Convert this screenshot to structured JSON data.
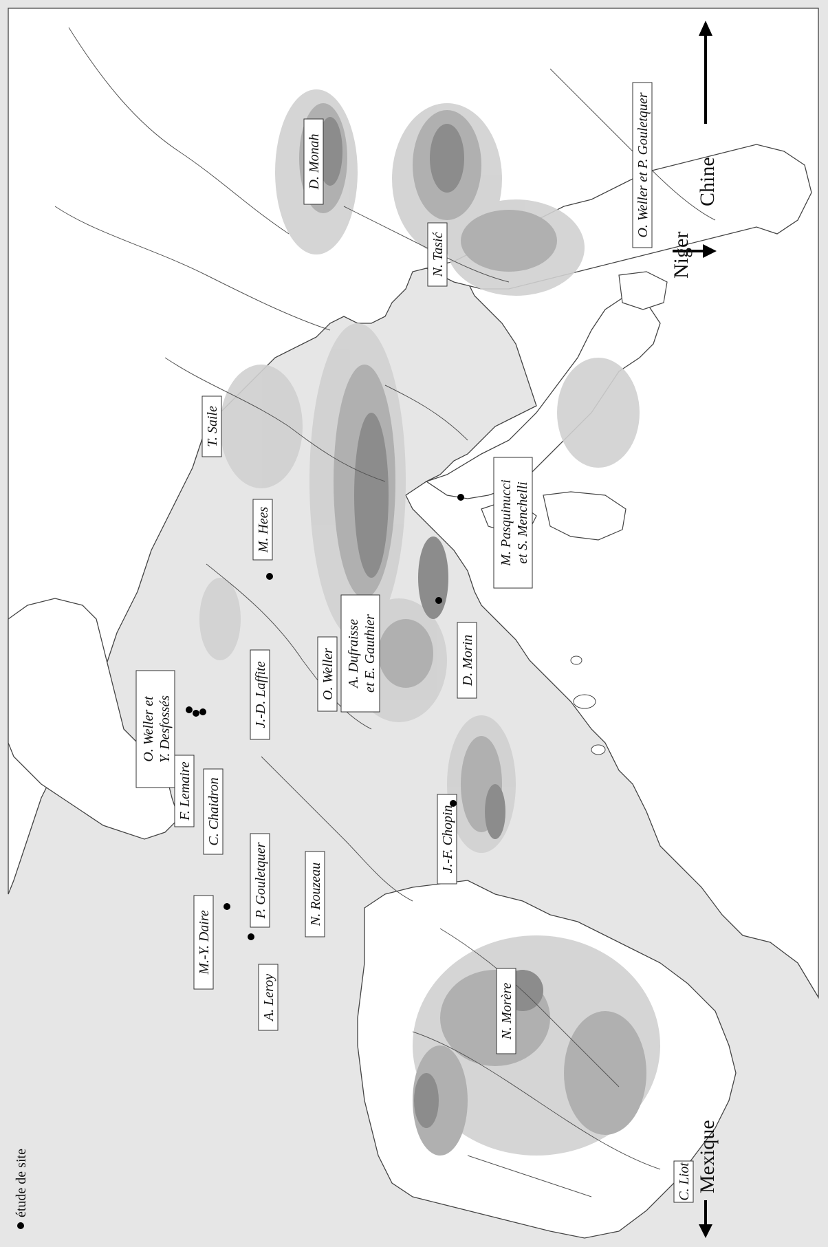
{
  "legend": {
    "site_label": "étude de site"
  },
  "directions": {
    "south": "Mexique",
    "north": "Chine",
    "east": "Niger"
  },
  "authors": [
    "D. Monah",
    "N. Tasić",
    "O. Weller et P. Gouletquer",
    "T. Saile",
    "M. Hees",
    "M. Pasquinucci",
    "et S. Menchelli",
    "O. Weller",
    "A. Dufraisse",
    "et E. Gauthier",
    "J.-D. Laffite",
    "D. Morin",
    "O. Weller et",
    "Y. Desfossés",
    "F. Lemaire",
    "C. Chaidron",
    "P. Gouletquer",
    "N. Rouzeau",
    "J.-F. Chopin",
    "M.-Y. Daire",
    "A. Leroy",
    "N. Morère",
    "C. Liot"
  ],
  "colors": {
    "sea": "#e6e6e6",
    "land": "#ffffff",
    "relief_low": "#d0d0d0",
    "relief_mid": "#b0b0b0",
    "relief_high": "#8c8c8c",
    "border": "#444444"
  }
}
